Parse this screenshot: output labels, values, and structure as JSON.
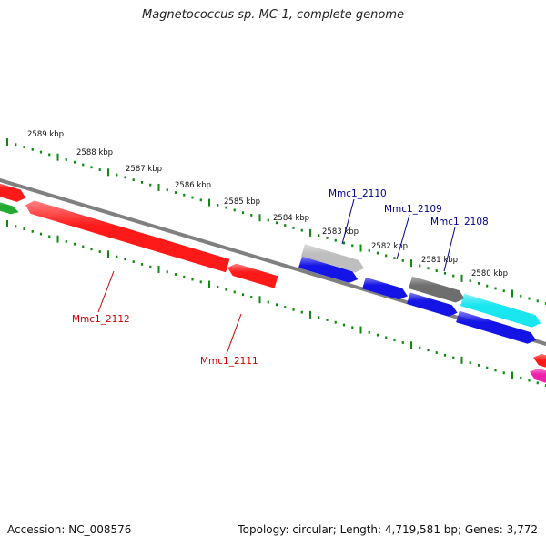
{
  "header": {
    "title": "Magnetococcus sp. MC-1, complete genome"
  },
  "footer": {
    "accession": "Accession: NC_008576",
    "summary": "Topology: circular; Length: 4,719,581 bp; Genes: 3,772"
  },
  "colors": {
    "backbone": "#808080",
    "tick": "#0f8a0f",
    "forward_label": "#00008b",
    "reverse_label": "#cc0000",
    "gene_red": "#ff1a1a",
    "gene_blue": "#1414e6",
    "gene_cyan": "#1ae6f0",
    "gene_darkgray": "#6e6e6e",
    "gene_lightgray": "#bebebe",
    "gene_green": "#22aa33",
    "gene_magenta": "#ee22aa"
  },
  "scale_labels": [
    "2589 kbp",
    "2588 kbp",
    "2587 kbp",
    "2586 kbp",
    "2585 kbp",
    "2584 kbp",
    "2583 kbp",
    "2582 kbp",
    "2581 kbp",
    "2580 kbp"
  ],
  "gene_labels": {
    "forward": [
      "Mmc1_2110",
      "Mmc1_2109",
      "Mmc1_2108"
    ],
    "reverse": [
      "Mmc1_2112",
      "Mmc1_2111"
    ]
  }
}
